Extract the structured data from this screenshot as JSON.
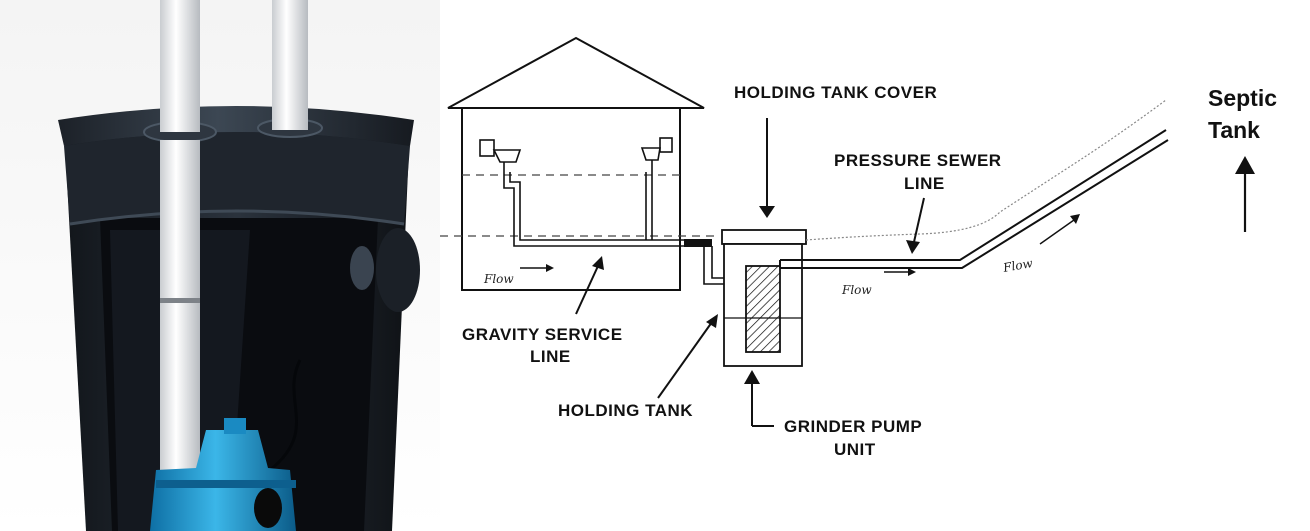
{
  "diagram": {
    "labels": {
      "holding_tank_cover": "HOLDING TANK COVER",
      "pressure_sewer_line_1": "PRESSURE SEWER",
      "pressure_sewer_line_2": "LINE",
      "gravity_service_line_1": "GRAVITY SERVICE",
      "gravity_service_line_2": "LINE",
      "holding_tank": "HOLDING TANK",
      "grinder_pump_unit_1": "GRINDER PUMP",
      "grinder_pump_unit_2": "UNIT",
      "septic_tank_1": "Septic",
      "septic_tank_2": "Tank"
    },
    "flow_labels": [
      "Flow",
      "Flow",
      "Flow"
    ]
  }
}
